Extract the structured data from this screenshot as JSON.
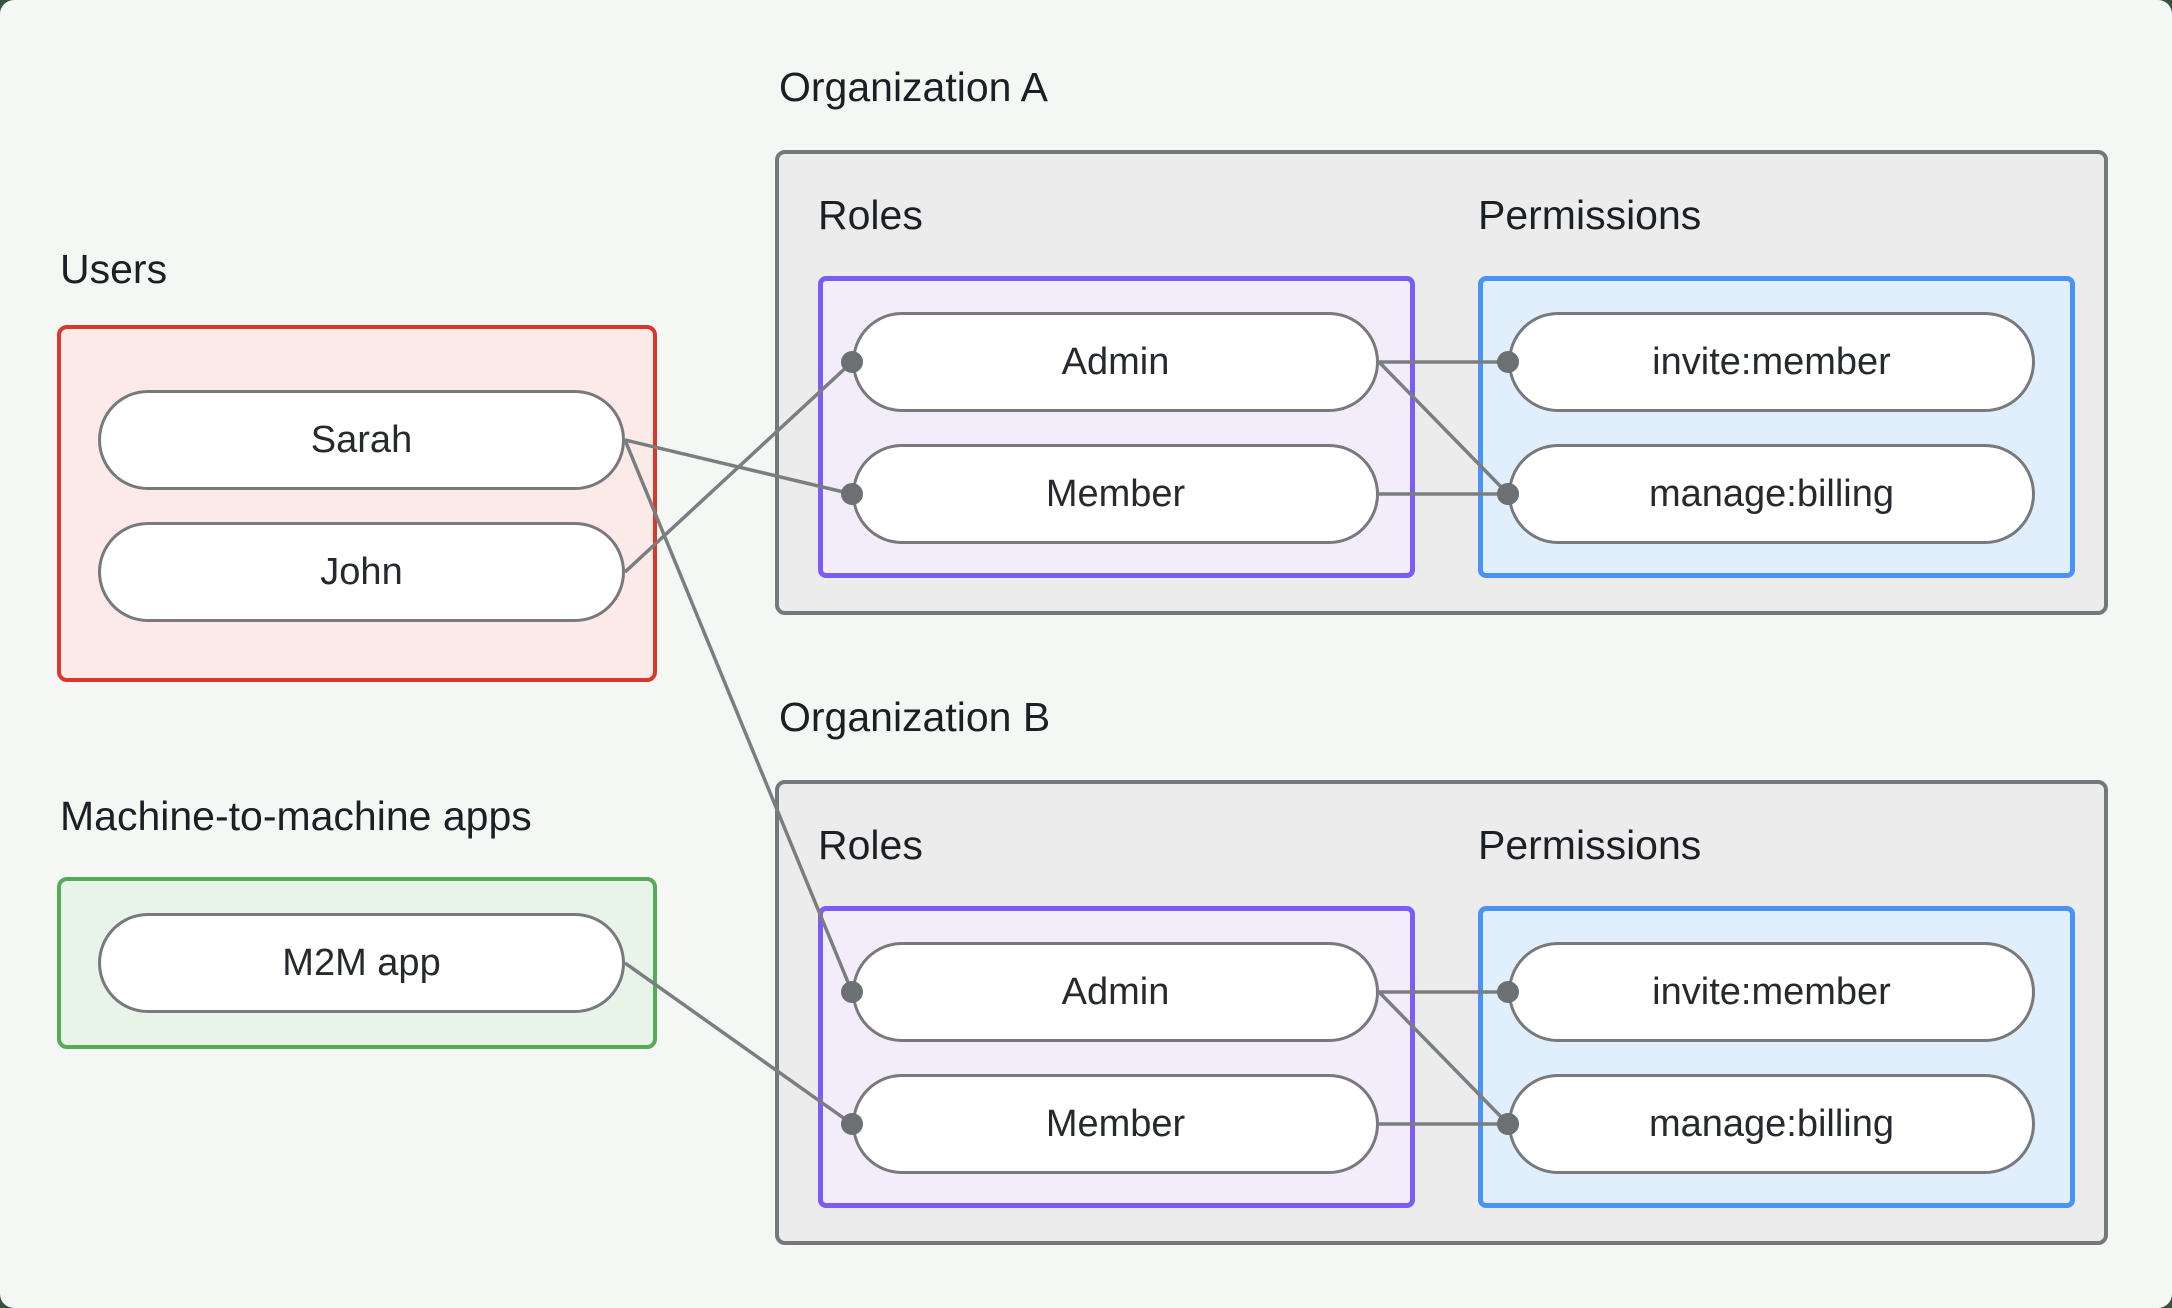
{
  "sections": {
    "users_label": "Users",
    "m2m_label": "Machine-to-machine apps"
  },
  "users": [
    "Sarah",
    "John"
  ],
  "m2m": [
    "M2M app"
  ],
  "organizations": [
    {
      "title": "Organization A",
      "roles_label": "Roles",
      "permissions_label": "Permissions",
      "roles": [
        "Admin",
        "Member"
      ],
      "permissions": [
        "invite:member",
        "manage:billing"
      ]
    },
    {
      "title": "Organization B",
      "roles_label": "Roles",
      "permissions_label": "Permissions",
      "roles": [
        "Admin",
        "Member"
      ],
      "permissions": [
        "invite:member",
        "manage:billing"
      ]
    }
  ],
  "connections": [
    {
      "from": "users-0",
      "to": "org0-role-1"
    },
    {
      "from": "users-1",
      "to": "org0-role-0"
    },
    {
      "from": "users-0",
      "to": "org1-role-0"
    },
    {
      "from": "m2m-0",
      "to": "org1-role-1"
    },
    {
      "from": "org0-role-0",
      "to": "org0-perm-0"
    },
    {
      "from": "org0-role-0",
      "to": "org0-perm-1"
    },
    {
      "from": "org0-role-1",
      "to": "org0-perm-1"
    },
    {
      "from": "org1-role-0",
      "to": "org1-perm-0"
    },
    {
      "from": "org1-role-0",
      "to": "org1-perm-1"
    },
    {
      "from": "org1-role-1",
      "to": "org1-perm-1"
    }
  ],
  "colors": {
    "bg_outer": "#35543d",
    "bg": "#f4f7f4",
    "org_fill": "#ebeceb",
    "org_border": "#75787a",
    "users_fill": "#fbeae7",
    "users_border": "#da382d",
    "m2m_fill": "#e9f4e9",
    "m2m_border": "#57aa58",
    "roles_fill": "#f2ecfb",
    "roles_border": "#7c5cf4",
    "perms_fill": "#e1effc",
    "perms_border": "#4a92f4",
    "pill_fill": "#ffffff",
    "pill_border": "#77797c",
    "line": "#7b7e80",
    "dot": "#6d7072",
    "heading_text": "#1c1f23",
    "pill_text": "#26292d"
  }
}
